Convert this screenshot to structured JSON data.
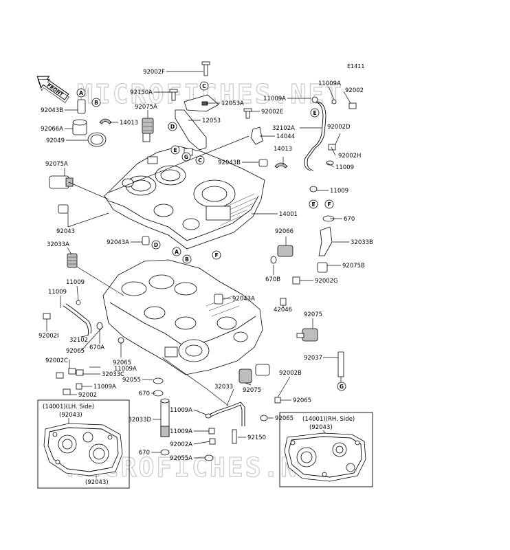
{
  "diagram_code": "E1411",
  "front_label": "FRONT",
  "watermark": "MICROFICHES.NET",
  "parts": {
    "p92002F": "92002F",
    "p92150A": "92150A",
    "p12053A": "12053A",
    "p92043B_top": "92043B",
    "p14013_top": "14013",
    "p92066A": "92066A",
    "p92049": "92049",
    "p92075A_top": "92075A",
    "p12053": "12053",
    "p92002E": "92002E",
    "p14044": "14044",
    "p92075A_left": "92075A",
    "p92043B_mid": "92043B",
    "p14013_mid": "14013",
    "p11009A_a": "11009A",
    "p11009A_b": "11009A",
    "p92002_tr": "92002",
    "p32102A": "32102A",
    "p92002D": "92002D",
    "p92002H": "92002H",
    "p11009_a": "11009",
    "p11009_b": "11009",
    "p670_a": "670",
    "p14001": "14001",
    "p92043_left": "92043",
    "p32033A": "32033A",
    "p92043A_a": "92043A",
    "p92066": "92066",
    "p32033B": "32033B",
    "p92075B": "92075B",
    "p670B": "670B",
    "p92002G": "92002G",
    "p92043A_b": "92043A",
    "p11009_c": "11009",
    "p11009_d": "11009",
    "p42046": "42046",
    "p92075_a": "92075",
    "p92002I": "92002I",
    "p32102": "32102",
    "p670A": "670A",
    "p92065_a": "92065",
    "p92065_b": "92065",
    "p11009A_c": "11009A",
    "p92002C": "92002C",
    "p32033C": "32033C",
    "p92055": "92055",
    "p11009A_d": "11009A",
    "p92002_bl": "92002",
    "p670_b": "670",
    "p92037": "92037",
    "p92002B": "92002B",
    "p92075_b": "92075",
    "p32033": "32033",
    "p92065_c": "92065",
    "p11009A_e": "11009A",
    "p92065_d": "92065",
    "p32033D": "32033D",
    "p11009A_f": "11009A",
    "p92150": "92150",
    "p92002A": "92002A",
    "p670_c": "670",
    "p92055A": "92055A"
  },
  "inset_left": {
    "title": "(14001)(LH. Side)",
    "part_top": "(92043)",
    "part_bottom": "(92043)"
  },
  "inset_right": {
    "title": "(14001)(RH. Side)",
    "part_top": "(92043)"
  },
  "ref_letters": {
    "A1": "A",
    "B1": "B",
    "C1": "C",
    "D1": "D",
    "E1": "E",
    "F1": "F",
    "G1": "G",
    "A2": "A",
    "B2": "B",
    "C2": "C",
    "D2": "D",
    "E2": "E",
    "F2": "F",
    "G2": "G"
  }
}
